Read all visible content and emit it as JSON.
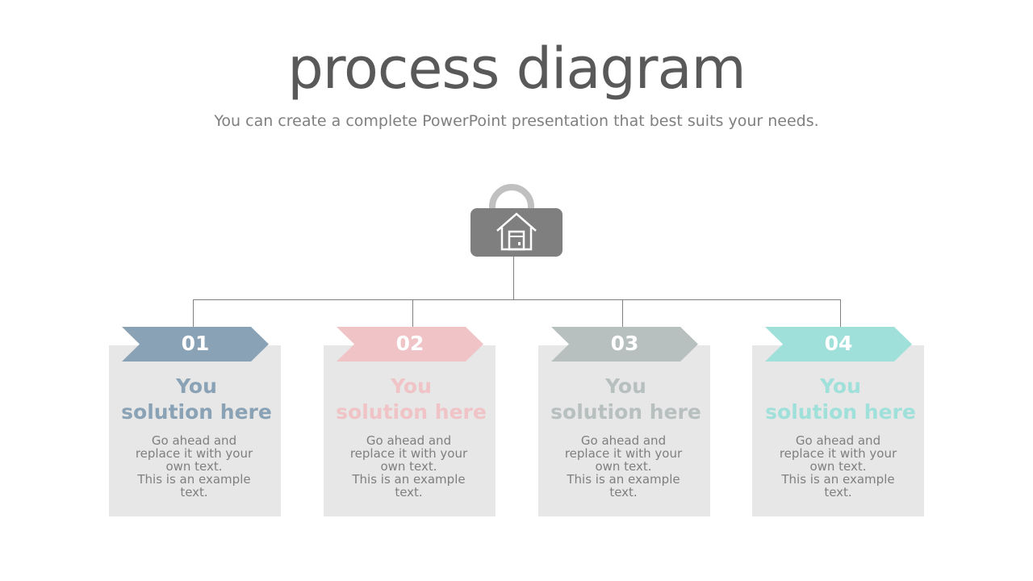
{
  "slide": {
    "title": "process diagram",
    "subtitle": "You can create a complete PowerPoint presentation that best suits your needs.",
    "hub_icon": "house-icon"
  },
  "steps": [
    {
      "number": "01",
      "heading_line1": "You",
      "heading_line2": "solution here",
      "body": "Go ahead and\nreplace it with your\nown text.\nThis is an example\ntext.",
      "color": "#8aa2b5"
    },
    {
      "number": "02",
      "heading_line1": "You",
      "heading_line2": "solution here",
      "body": "Go ahead and\nreplace it with your\nown text.\nThis is an example\ntext.",
      "color": "#f0c3c6"
    },
    {
      "number": "03",
      "heading_line1": "You",
      "heading_line2": "solution here",
      "body": "Go ahead and\nreplace it with your\nown text.\nThis is an example\ntext.",
      "color": "#b7bfbf"
    },
    {
      "number": "04",
      "heading_line1": "You",
      "heading_line2": "solution here",
      "body": "Go ahead and\nreplace it with your\nown text.\nThis is an example\ntext.",
      "color": "#a0e0da"
    }
  ]
}
